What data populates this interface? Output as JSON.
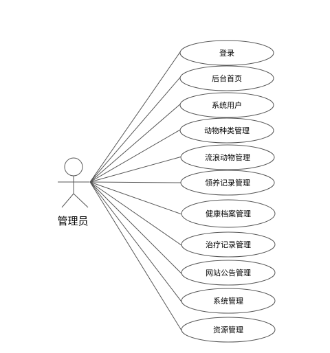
{
  "actor": {
    "name": "管理员"
  },
  "use_cases": [
    "登录",
    "后台首页",
    "系统用户",
    "动物种类管理",
    "流浪动物管理",
    "领养记录管理",
    "健康档案管理",
    "治疗记录管理",
    "网站公告管理",
    "系统管理",
    "资源管理"
  ],
  "colors": {
    "stroke": "#555555",
    "ellipse_fill": "#ffffff",
    "background": "#ffffff"
  }
}
